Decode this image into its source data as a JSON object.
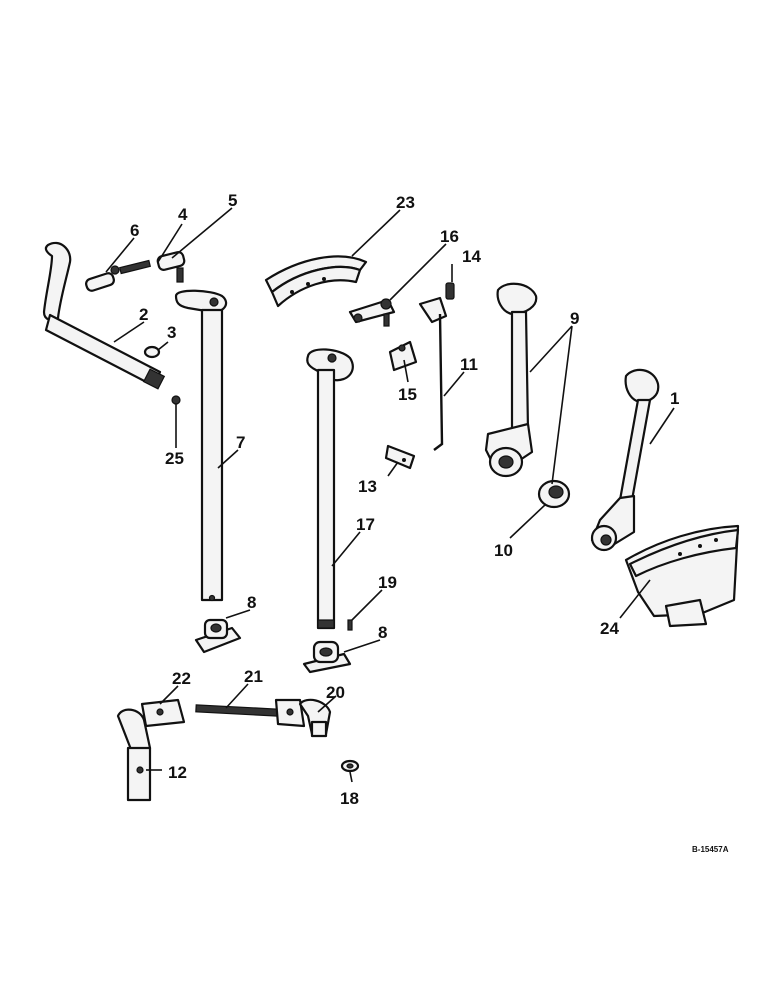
{
  "callouts": {
    "c1": "1",
    "c2": "2",
    "c3": "3",
    "c4": "4",
    "c5": "5",
    "c6": "6",
    "c7": "7",
    "c8a": "8",
    "c8b": "8",
    "c9": "9",
    "c10": "10",
    "c11": "11",
    "c12": "12",
    "c13": "13",
    "c14": "14",
    "c15": "15",
    "c16": "16",
    "c17": "17",
    "c18": "18",
    "c19": "19",
    "c20": "20",
    "c21": "21",
    "c22": "22",
    "c23": "23",
    "c24": "24",
    "c25": "25"
  },
  "drawing_number": "B-15457A"
}
